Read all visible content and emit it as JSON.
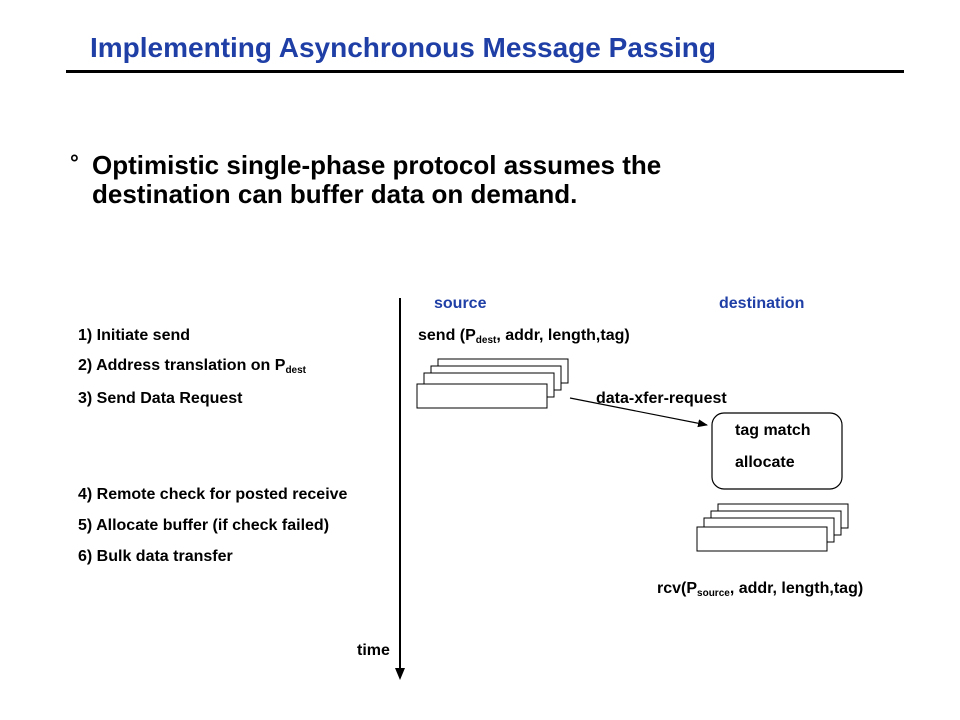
{
  "title": "Implementing Asynchronous Message Passing",
  "bullet": {
    "mark": "°",
    "line1": "Optimistic single-phase protocol assumes the",
    "line2": "destination can buffer data on demand."
  },
  "steps": [
    "1) Initiate send",
    "2) Address translation on P",
    "3) Send Data  Request",
    "4) Remote check for posted receive",
    "5) Allocate buffer (if check failed)",
    "6) Bulk data transfer"
  ],
  "step2_sub": "dest",
  "columns": {
    "source": "source",
    "destination": "destination"
  },
  "send_call": {
    "prefix": "send (P",
    "sub": "dest",
    "suffix": ", addr, length,tag)"
  },
  "request_label": "data-xfer-request",
  "tag_box": {
    "line1": "tag match",
    "line2": "allocate"
  },
  "rcv_call": {
    "prefix": "rcv(P",
    "sub": "source",
    "suffix": ", addr, length,tag)"
  },
  "time_label": "time",
  "colors": {
    "accent": "#1f3fa6",
    "text": "#000000"
  }
}
